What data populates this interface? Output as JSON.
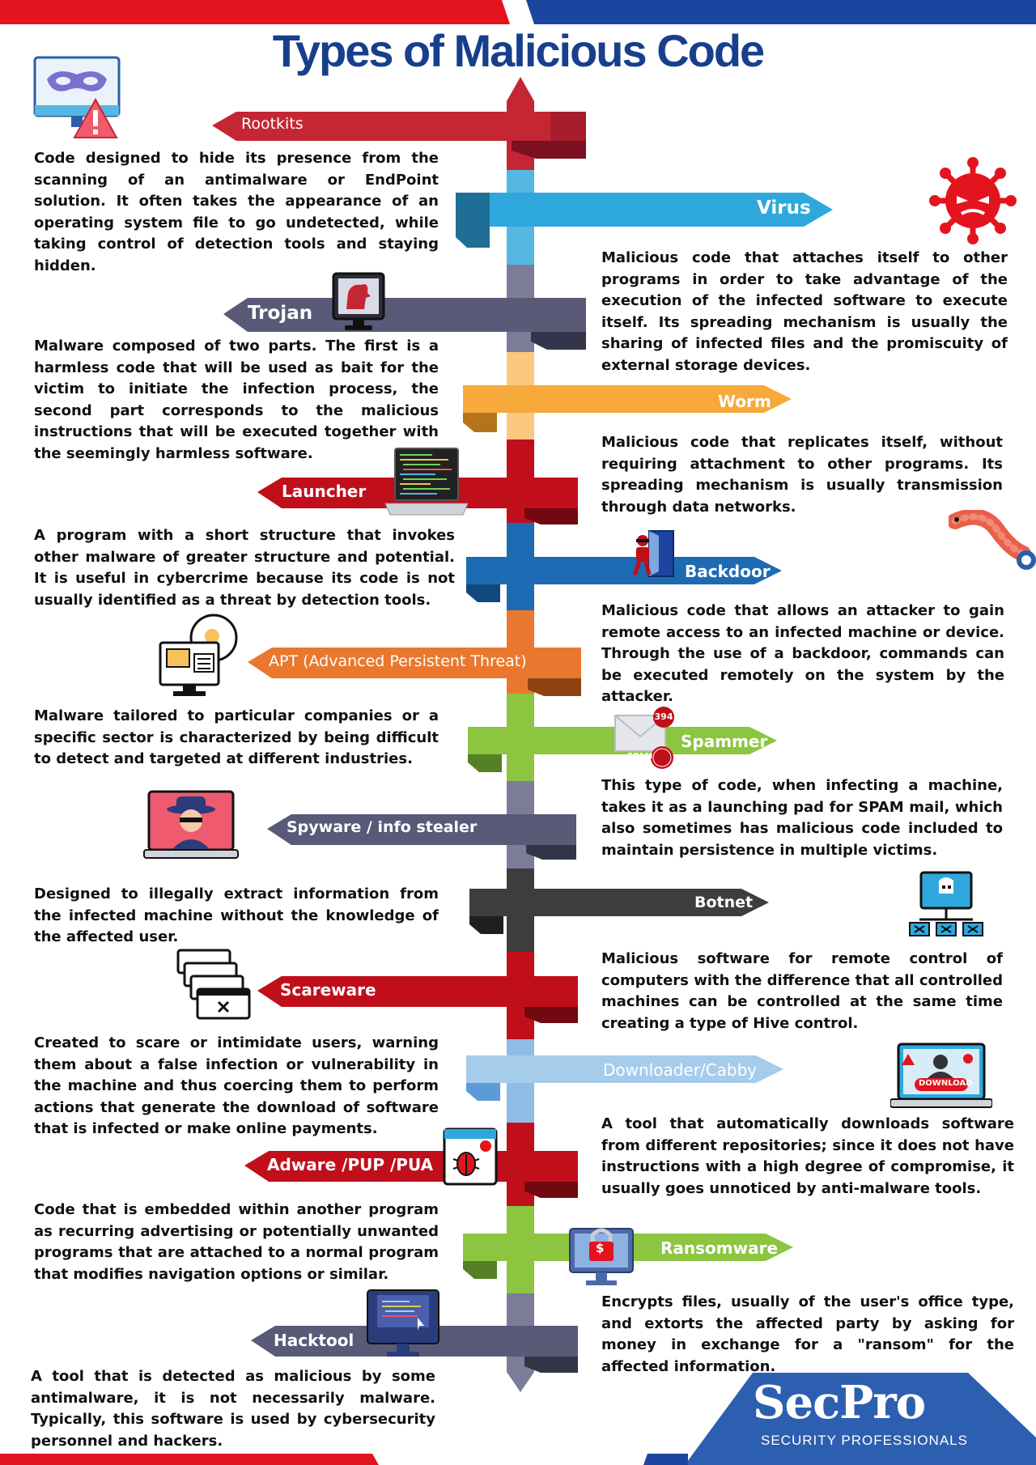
{
  "title": "Types of Malicious Code",
  "colors": {
    "title": "#173f8c",
    "top_left_bar": "#e3141e",
    "top_right_bar": "#1c45a0",
    "rootkits": "#c42634",
    "virus": "#2ea8dc",
    "trojan": "#5a5a78",
    "worm": "#f7a93c",
    "launcher": "#c10e1b",
    "backdoor": "#1d6bb3",
    "apt": "#e9782e",
    "spammer": "#8cc540",
    "spyware": "#585a78",
    "botnet": "#3d3d3d",
    "scareware": "#c10e1b",
    "downloader": "#8fbde6",
    "adware": "#c10e1b",
    "ransomware": "#8cc540",
    "hacktool": "#585a78",
    "logo_bg": "#2d5fb0"
  },
  "types": {
    "rootkits": {
      "label": "Rootkits",
      "icon": "mask-monitor-warning-icon",
      "text": "Code designed to hide its presence from the scanning of an antimalware or EndPoint solution. It often takes the appearance of an operating system file to go undetected, while taking control of detection tools and staying hidden."
    },
    "virus": {
      "label": "Virus",
      "icon": "virus-icon",
      "text": "Malicious code that attaches itself to other programs in order to take advantage of the execution of the infected software to execute itself. Its spreading mechanism is usually the sharing of infected files and the promiscuity of external storage devices."
    },
    "trojan": {
      "label": "Trojan",
      "icon": "trojan-horse-icon",
      "text": "Malware composed of two parts. The first is a harmless code that will be used as bait for the victim to initiate the infection process, the second part corresponds to the malicious instructions that will be executed together with the seemingly harmless software."
    },
    "worm": {
      "label": "Worm",
      "icon": "worm-icon",
      "text": "Malicious code that replicates itself, without requiring attachment to other programs. Its spreading mechanism is usually transmission through data networks."
    },
    "launcher": {
      "label": "Launcher",
      "icon": "laptop-code-icon",
      "text": "A program with a short structure that invokes other malware of greater structure and potential. It is useful in cybercrime because its code is not usually identified as a threat by detection tools."
    },
    "backdoor": {
      "label": "Backdoor",
      "icon": "backdoor-intruder-icon",
      "text": "Malicious code that allows an attacker to gain remote access to an infected machine or device. Through the use of a backdoor, commands can be executed remotely on the system by the attacker."
    },
    "apt": {
      "label": "APT (Advanced Persistent Threat)",
      "icon": "apt-computer-icon",
      "text": "Malware tailored to particular companies or a specific sector is characterized by being difficult to detect and targeted at different industries."
    },
    "spammer": {
      "label": "Spammer",
      "icon": "spam-envelope-icon",
      "badge": "394",
      "stamp": "SPAM",
      "text": "This type of code, when infecting a machine, takes it as a launching pad for SPAM mail, which also sometimes has malicious code included to maintain persistence in multiple victims."
    },
    "spyware": {
      "label": "Spyware / info stealer",
      "icon": "spy-laptop-icon",
      "text": "Designed to illegally extract information from the infected machine without the knowledge of the affected user."
    },
    "botnet": {
      "label": "Botnet",
      "icon": "botnet-network-icon",
      "text": "Malicious software for remote control of computers with the difference that all controlled machines can be controlled at the same time creating a type of Hive control."
    },
    "scareware": {
      "label": "Scareware",
      "icon": "stacked-windows-icon",
      "text": "Created to scare or intimidate users, warning them about a false infection or vulnerability in the machine and thus coercing them to perform actions that generate the download of software that is infected or make online payments."
    },
    "downloader": {
      "label": "Downloader/Cabby",
      "icon": "download-laptop-icon",
      "download_label": "DOWNLOAD",
      "text": "A tool that automatically downloads software from different repositories; since it does not have instructions with a high degree of compromise, it usually goes unnoticed by anti-malware tools."
    },
    "adware": {
      "label": "Adware /PUP /PUA",
      "icon": "bug-browser-icon",
      "text": "Code that is embedded within another program as recurring advertising or potentially unwanted programs that are attached to a normal program that modifies navigation options or similar."
    },
    "ransomware": {
      "label": "Ransomware",
      "icon": "ransom-lock-icon",
      "text": "Encrypts files, usually of the user's office type, and extorts the affected party by asking for money in exchange for a \"ransom\" for the affected information."
    },
    "hacktool": {
      "label": "Hacktool",
      "icon": "hacker-monitor-icon",
      "text": "A tool that is detected as malicious by some antimalware, it is not necessarily malware. Typically, this software is used by cybersecurity personnel and hackers."
    }
  },
  "logo": {
    "name": "SecPro",
    "tagline": "SECURITY PROFESSIONALS"
  }
}
